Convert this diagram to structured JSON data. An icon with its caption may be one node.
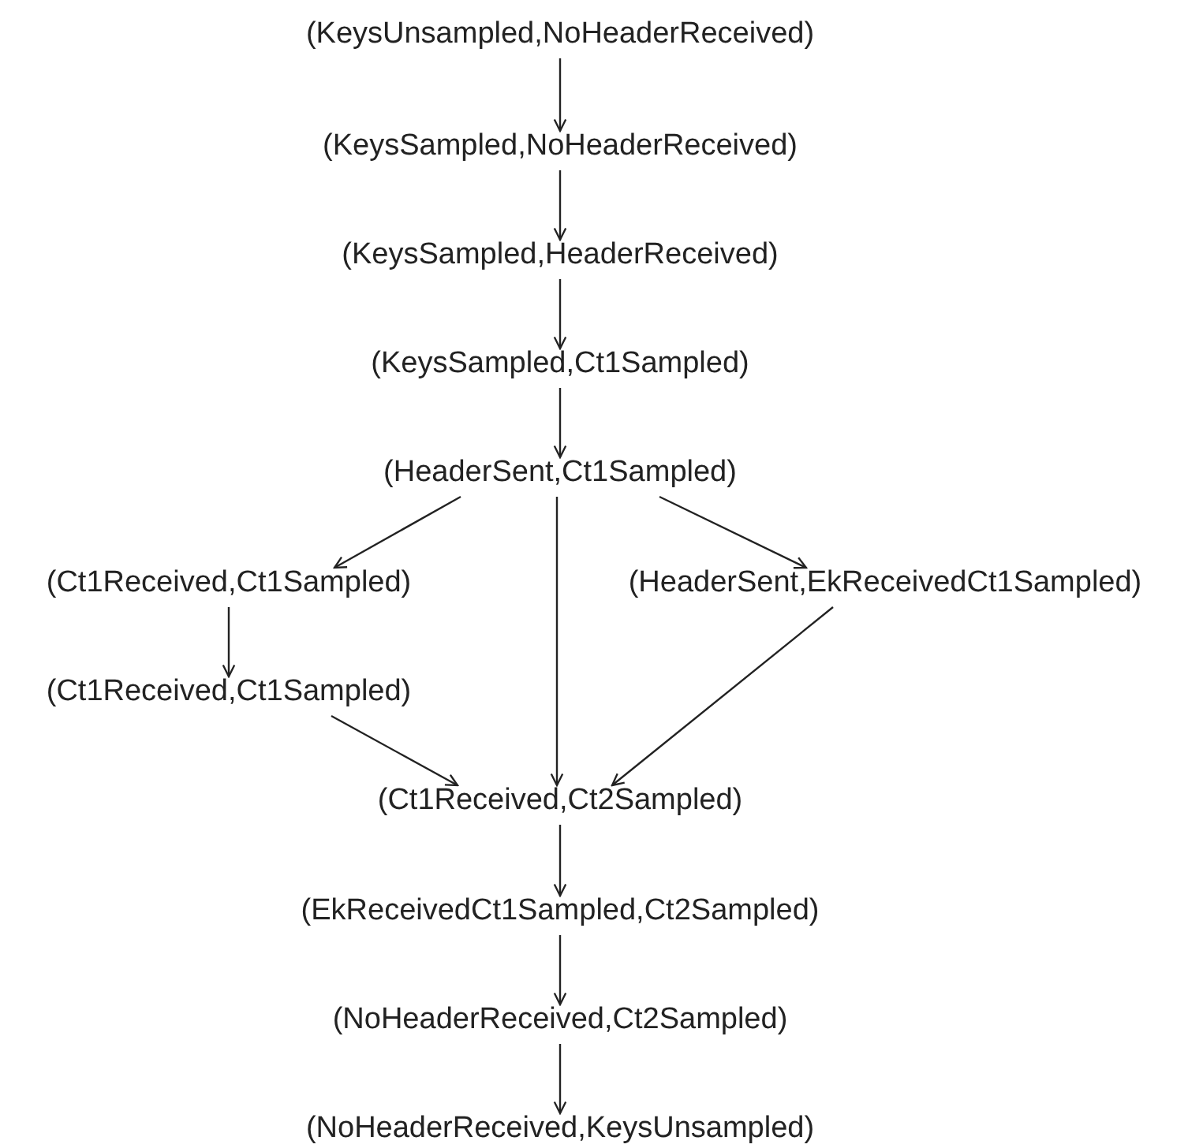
{
  "diagram": {
    "nodes": [
      {
        "text": [
          "(KeysUnsampled,NoHeaderReceived)"
        ]
      },
      {
        "text": [
          "(KeysSampled,NoHeaderReceived)"
        ]
      },
      {
        "text": [
          "(KeysSampled,HeaderReceived)"
        ]
      },
      {
        "text": [
          "(KeysSampled,Ct1Sampled)"
        ]
      },
      {
        "text": [
          "(HeaderSent,Ct1Sampled)"
        ]
      },
      {
        "text": [
          "(Ct1Received,Ct1Sampled)"
        ]
      },
      {
        "text": [
          "(HeaderSent,EkReceivedCt1Sampled)"
        ]
      },
      {
        "text": [
          "(Ct1Received,Ct1Sampled)"
        ]
      },
      {
        "text": [
          "(Ct1Received,Ct2Sampled)"
        ]
      },
      {
        "text": [
          "(EkReceivedCt1Sampled,Ct2Sampled)"
        ]
      },
      {
        "text": [
          "(NoHeaderReceived,Ct2Sampled)"
        ]
      },
      {
        "text": [
          "(NoHeaderReceived,KeysUnsampled)"
        ]
      }
    ],
    "edges": [
      {
        "from": 0,
        "to": 1,
        "arrow": "to"
      },
      {
        "from": 1,
        "to": 2,
        "arrow": "to"
      },
      {
        "from": 2,
        "to": 3,
        "arrow": "to"
      },
      {
        "from": 3,
        "to": 4,
        "arrow": "to"
      },
      {
        "from": 4,
        "to": 5,
        "arrow": "to"
      },
      {
        "from": 4,
        "to": 8,
        "arrow": "to"
      },
      {
        "from": 4,
        "to": 6,
        "arrow": "to"
      },
      {
        "from": 5,
        "to": 7,
        "arrow": "to"
      },
      {
        "from": 7,
        "to": 8,
        "arrow": "to"
      },
      {
        "from": 6,
        "to": 8,
        "arrow": "to"
      },
      {
        "from": 8,
        "to": 9,
        "arrow": "to"
      },
      {
        "from": 9,
        "to": 10,
        "arrow": "to"
      },
      {
        "from": 10,
        "to": 11,
        "arrow": "to"
      }
    ]
  }
}
